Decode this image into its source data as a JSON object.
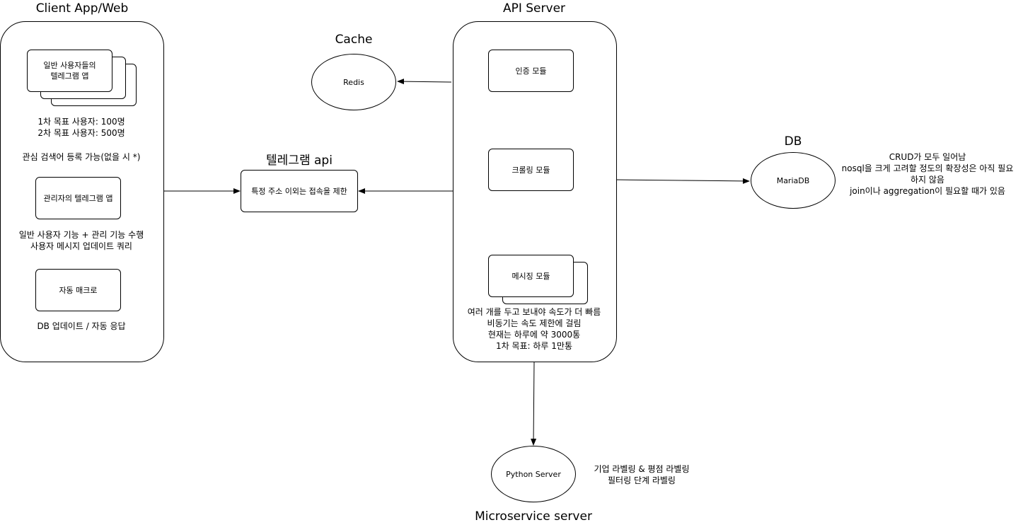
{
  "client": {
    "title": "Client App/Web",
    "user_app": "일반 사용자들의\n텔레그램 앱",
    "user_goals": [
      "1차 목표 사용자: 100명",
      "2차 목표 사용자: 500명"
    ],
    "keyword_note": "관심 검색어 등록 가능(없을 시 *)",
    "admin_app": "관리자의 텔레그램 앱",
    "admin_notes": [
      "일반 사용자 기능 + 관리 기능 수행",
      "사용자 메시지 업데이트 쿼리"
    ],
    "macro": "자동 매크로",
    "macro_note": "DB 업데이트 / 자동 응답"
  },
  "cache": {
    "title": "Cache",
    "node": "Redis"
  },
  "telegram": {
    "title": "텔레그램 api",
    "node": "특정 주소 이외는 접속을 제한"
  },
  "api": {
    "title": "API Server",
    "auth": "인증 모듈",
    "crawl": "크롤링 모듈",
    "messaging": "메시징 모듈",
    "messaging_notes": [
      "여러 개를 두고 보내야 속도가 더 빠름",
      "비동기는 속도 제한에 걸림",
      "현재는 하루에 약 3000통",
      "1차 목표: 하루 1만통"
    ]
  },
  "db": {
    "title": "DB",
    "node": "MariaDB",
    "notes": [
      "CRUD가 모두 일어남",
      "nosql을 크게 고려할 정도의 확장성은 아직 필요",
      "하지 않음",
      "join이나 aggregation이 필요할 때가 있음"
    ]
  },
  "micro": {
    "title": "Microservice server",
    "node": "Python Server",
    "notes": [
      "기업 라벨링 & 평점 라벨링",
      "필터링 단계 라벨링"
    ]
  }
}
